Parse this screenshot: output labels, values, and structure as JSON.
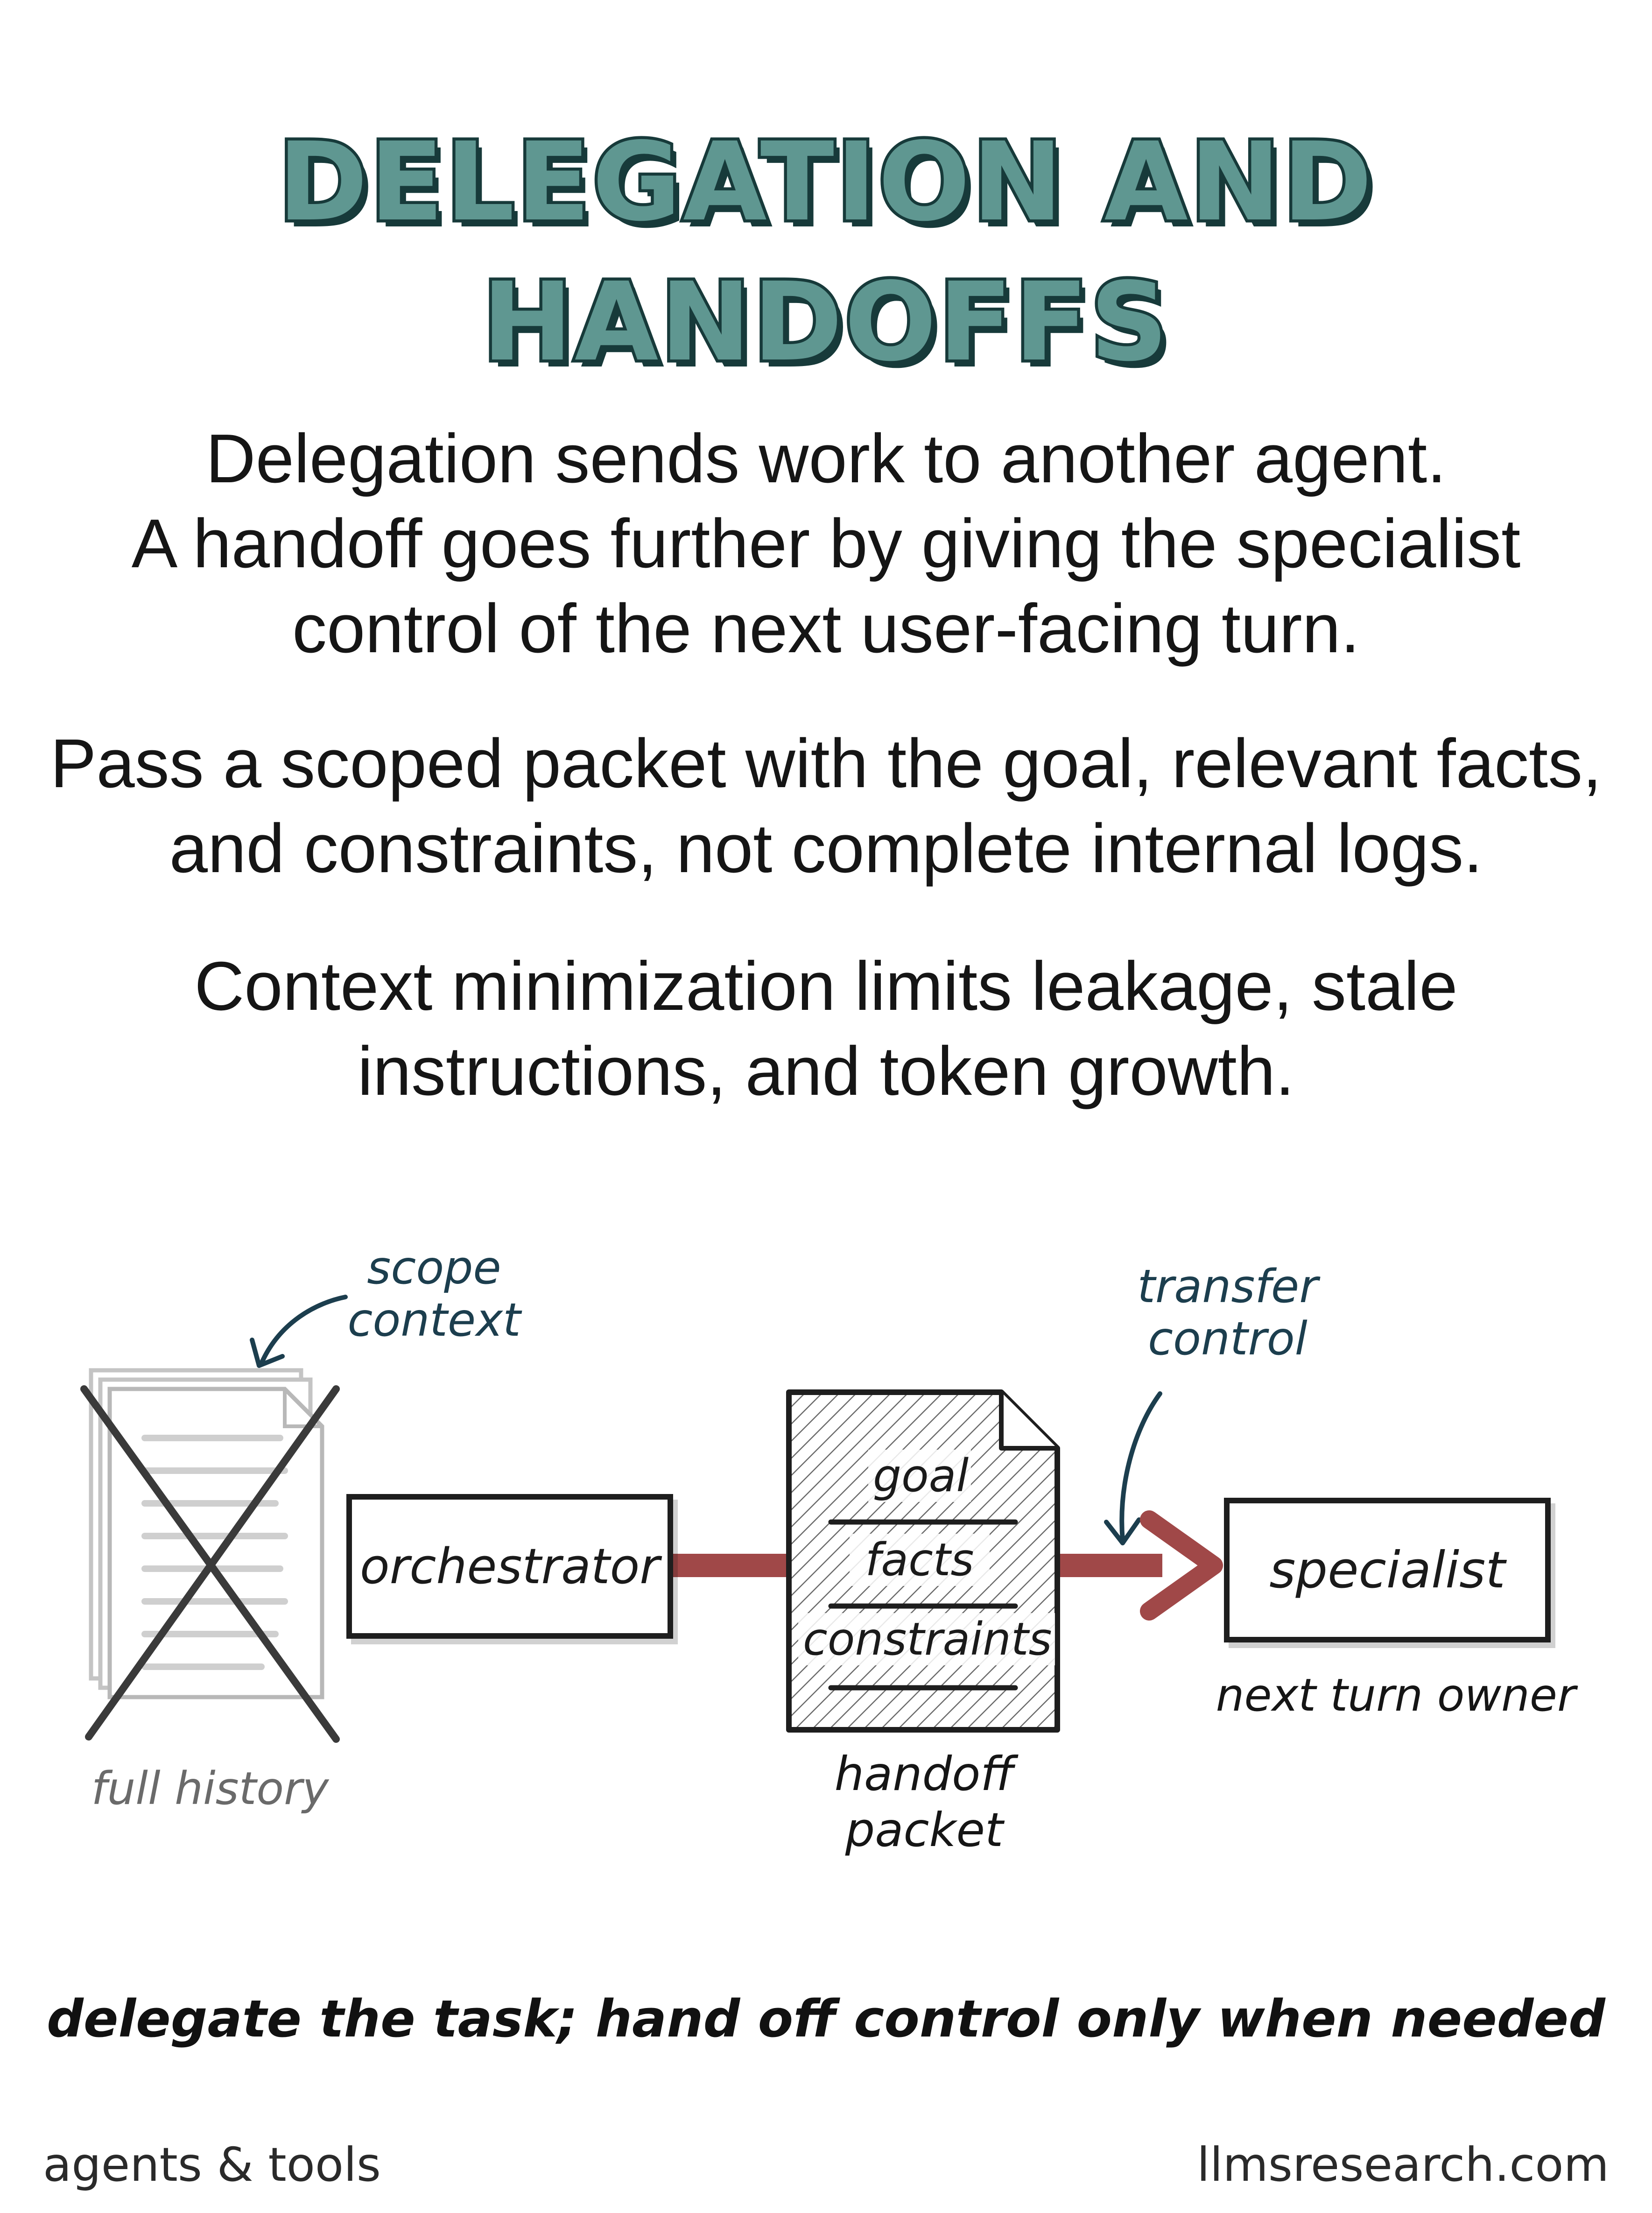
{
  "title": {
    "line1": "DELEGATION AND",
    "line2": "HANDOFFS"
  },
  "paragraphs": [
    {
      "lines": [
        "Delegation sends work to another agent.",
        "A handoff goes further by giving the specialist",
        "control of the next user-facing turn."
      ]
    },
    {
      "lines": [
        "Pass a scoped packet with the goal, relevant facts,",
        "and constraints, not complete internal logs."
      ]
    },
    {
      "lines": [
        "Context minimization limits leakage, stale",
        "instructions, and token growth."
      ]
    }
  ],
  "diagram": {
    "scope_note": [
      "scope",
      "context"
    ],
    "transfer_note": [
      "transfer",
      "control"
    ],
    "full_history_label": "full history",
    "orchestrator_label": "orchestrator",
    "packet_fields": [
      "goal",
      "facts",
      "constraints"
    ],
    "packet_label": [
      "handoff",
      "packet"
    ],
    "specialist_label": "specialist",
    "specialist_caption": "next turn owner",
    "colors": {
      "arrow": "#a04848",
      "note_ink": "#1c3e4e",
      "title_fill": "#5f9791",
      "title_outline": "#173a3a"
    }
  },
  "tagline": "delegate the task; hand off control only when needed",
  "footer": {
    "left": "agents & tools",
    "right": "llmsresearch.com"
  }
}
